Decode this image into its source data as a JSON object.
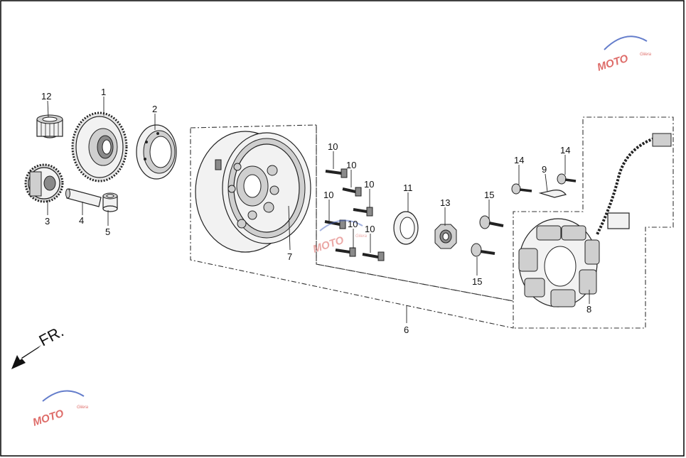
{
  "diagram": {
    "orientation_label": "FR.",
    "watermark": {
      "text": "MOTO",
      "subtext": "Gilera",
      "color_primary": "#d9534f",
      "color_secondary": "#4a67c2"
    },
    "colors": {
      "line": "#222222",
      "frame": "#000000",
      "background": "#ffffff"
    },
    "callouts": [
      {
        "id": "c12",
        "text": "12"
      },
      {
        "id": "c1",
        "text": "1"
      },
      {
        "id": "c2",
        "text": "2"
      },
      {
        "id": "c3",
        "text": "3"
      },
      {
        "id": "c4",
        "text": "4"
      },
      {
        "id": "c5",
        "text": "5"
      },
      {
        "id": "c7",
        "text": "7"
      },
      {
        "id": "c6",
        "text": "6"
      },
      {
        "id": "c10a",
        "text": "10"
      },
      {
        "id": "c10b",
        "text": "10"
      },
      {
        "id": "c10c",
        "text": "10"
      },
      {
        "id": "c10d",
        "text": "10"
      },
      {
        "id": "c10e",
        "text": "10"
      },
      {
        "id": "c10f",
        "text": "10"
      },
      {
        "id": "c11",
        "text": "11"
      },
      {
        "id": "c13",
        "text": "13"
      },
      {
        "id": "c15a",
        "text": "15"
      },
      {
        "id": "c15b",
        "text": "15"
      },
      {
        "id": "c14a",
        "text": "14"
      },
      {
        "id": "c14b",
        "text": "14"
      },
      {
        "id": "c9",
        "text": "9"
      },
      {
        "id": "c8",
        "text": "8"
      }
    ]
  }
}
